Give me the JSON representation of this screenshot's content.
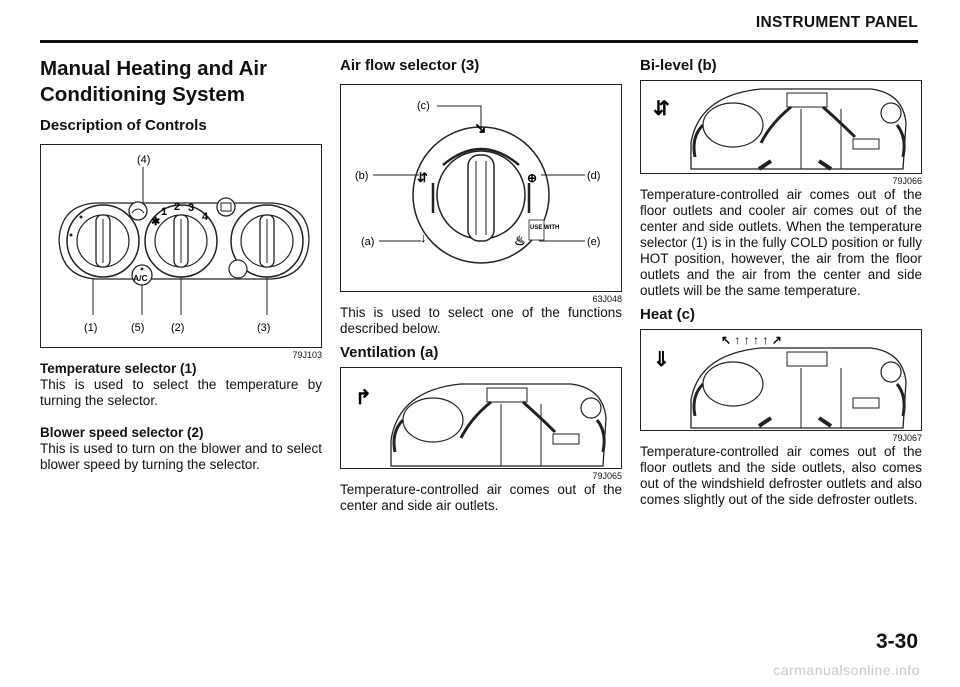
{
  "header": {
    "section_title": "INSTRUMENT PANEL"
  },
  "col1": {
    "title_line1": "Manual Heating and Air",
    "title_line2": "Conditioning System",
    "subtitle": "Description of Controls",
    "figure": {
      "code": "79J103",
      "callout_top": "(4)",
      "callouts_bottom": [
        "(1)",
        "(5)",
        "(2)",
        "(3)"
      ],
      "fan_numbers": [
        "1",
        "2",
        "3",
        "4"
      ],
      "ac_label": "A/C"
    },
    "temp_heading": "Temperature selector (1)",
    "temp_text": "This is used to select the temperature by turning the selector.",
    "blower_heading": "Blower speed selector (2)",
    "blower_text": "This is used to turn on the blower and to select blower speed by turning the selector."
  },
  "col2": {
    "heading": "Air flow selector (3)",
    "figure": {
      "code": "63J048",
      "labels": {
        "a": "(a)",
        "b": "(b)",
        "c": "(c)",
        "d": "(d)",
        "e": "(e)"
      },
      "use_with": "USE WITH"
    },
    "select_text": "This is used to select one of the functions described below.",
    "vent_heading": "Ventilation (a)",
    "vent_code": "79J065",
    "vent_text": "Temperature-controlled air comes out of the center and side air outlets."
  },
  "col3": {
    "bilevel_heading": "Bi-level (b)",
    "bilevel_code": "79J066",
    "bilevel_text": "Temperature-controlled air comes out of the floor outlets and cooler air comes out of the center and side outlets. When the temperature selector (1) is in the fully COLD position or fully HOT position, however, the air from the floor outlets and the air from the center and side outlets will be the same temperature.",
    "heat_heading": "Heat (c)",
    "heat_code": "79J067",
    "heat_text": "Temperature-controlled air comes out of the floor outlets and the side outlets, also comes out of the windshield defroster outlets and also comes slightly out of the side defroster outlets."
  },
  "footer": {
    "page_number": "3-30",
    "watermark": "carmanualsonline.info"
  }
}
